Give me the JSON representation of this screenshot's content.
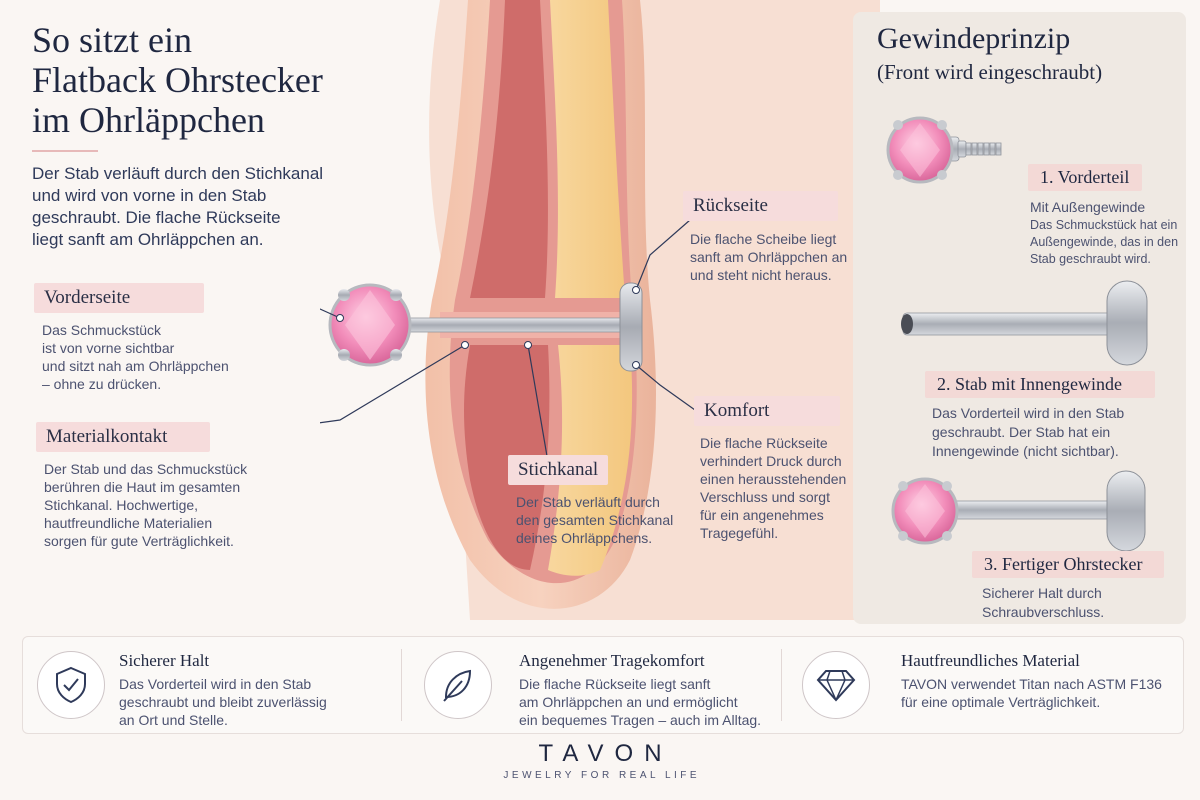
{
  "header": {
    "title_lines": [
      "So sitzt ein",
      "Flatback Ohrstecker",
      "im Ohrläppchen"
    ],
    "intro_lines": [
      "Der Stab verläuft durch den Stichkanal",
      "und wird von vorne in den Stab",
      "geschraubt. Die flache Rückseite",
      "liegt sanft am Ohrläppchen an."
    ]
  },
  "callouts": {
    "vorderseite": {
      "label": "Vorderseite",
      "lines": [
        "Das Schmuckstück",
        "ist von vorne sichtbar",
        "und sitzt nah am Ohrläppchen",
        "– ohne zu drücken."
      ]
    },
    "materialkontakt": {
      "label": "Materialkontakt",
      "lines": [
        "Der Stab und das Schmuckstück",
        "berühren die Haut im gesamten",
        "Stichkanal. Hochwertige,",
        "hautfreundliche Materialien",
        "sorgen für gute Verträglichkeit."
      ]
    },
    "stichkanal": {
      "label": "Stichkanal",
      "lines": [
        "Der Stab verläuft durch",
        "den gesamten Stichkanal",
        "deines Ohrläppchens."
      ]
    },
    "rueckseite": {
      "label": "Rückseite",
      "lines": [
        "Die flache Scheibe liegt",
        "sanft am Ohrläppchen an",
        "und steht nicht heraus."
      ]
    },
    "komfort": {
      "label": "Komfort",
      "lines": [
        "Die flache Rückseite",
        "verhindert Druck durch",
        "einen herausstehenden",
        "Verschluss und sorgt",
        "für ein angenehmes",
        "Tragegefühl."
      ]
    }
  },
  "panel": {
    "title": "Gewindeprinzip",
    "subtitle": "(Front wird eingeschraubt)",
    "steps": [
      {
        "label": "1.  Vorderteil",
        "lines": [
          "Mit Außengewinde",
          "Das Schmuckstück hat ein",
          "Außengewinde, das in den",
          "Stab geschraubt wird."
        ]
      },
      {
        "label": "2.  Stab mit Innengewinde",
        "lines": [
          "Das Vorderteil wird in den Stab",
          "geschraubt.  Der Stab hat ein",
          "Innengewinde (nicht sichtbar)."
        ]
      },
      {
        "label": "3.  Fertiger Ohrstecker",
        "lines": [
          "Sicherer Halt durch",
          "Schraubverschluss."
        ]
      }
    ]
  },
  "features": [
    {
      "title": "Sicherer Halt",
      "icon": "shield-check-icon",
      "lines": [
        "Das Vorderteil wird in den Stab",
        "geschraubt und bleibt zuverlässig",
        "an Ort und Stelle."
      ]
    },
    {
      "title": "Angenehmer Tragekomfort",
      "icon": "feather-icon",
      "lines": [
        "Die flache Rückseite liegt sanft",
        "am Ohrläppchen an und ermöglicht",
        "ein bequemes Tragen – auch im Alltag."
      ]
    },
    {
      "title": "Hautfreundliches Material",
      "icon": "diamond-icon",
      "lines": [
        "TAVON verwendet Titan nach ASTM F136",
        "für eine optimale Verträglichkeit."
      ]
    }
  ],
  "brand": {
    "name": "TAVON",
    "tagline": "JEWELRY FOR REAL LIFE"
  },
  "colors": {
    "accent": "#f6dcdc",
    "title": "#1f2740",
    "gem": "#f08fb6",
    "metal": "#b9bcc2"
  }
}
